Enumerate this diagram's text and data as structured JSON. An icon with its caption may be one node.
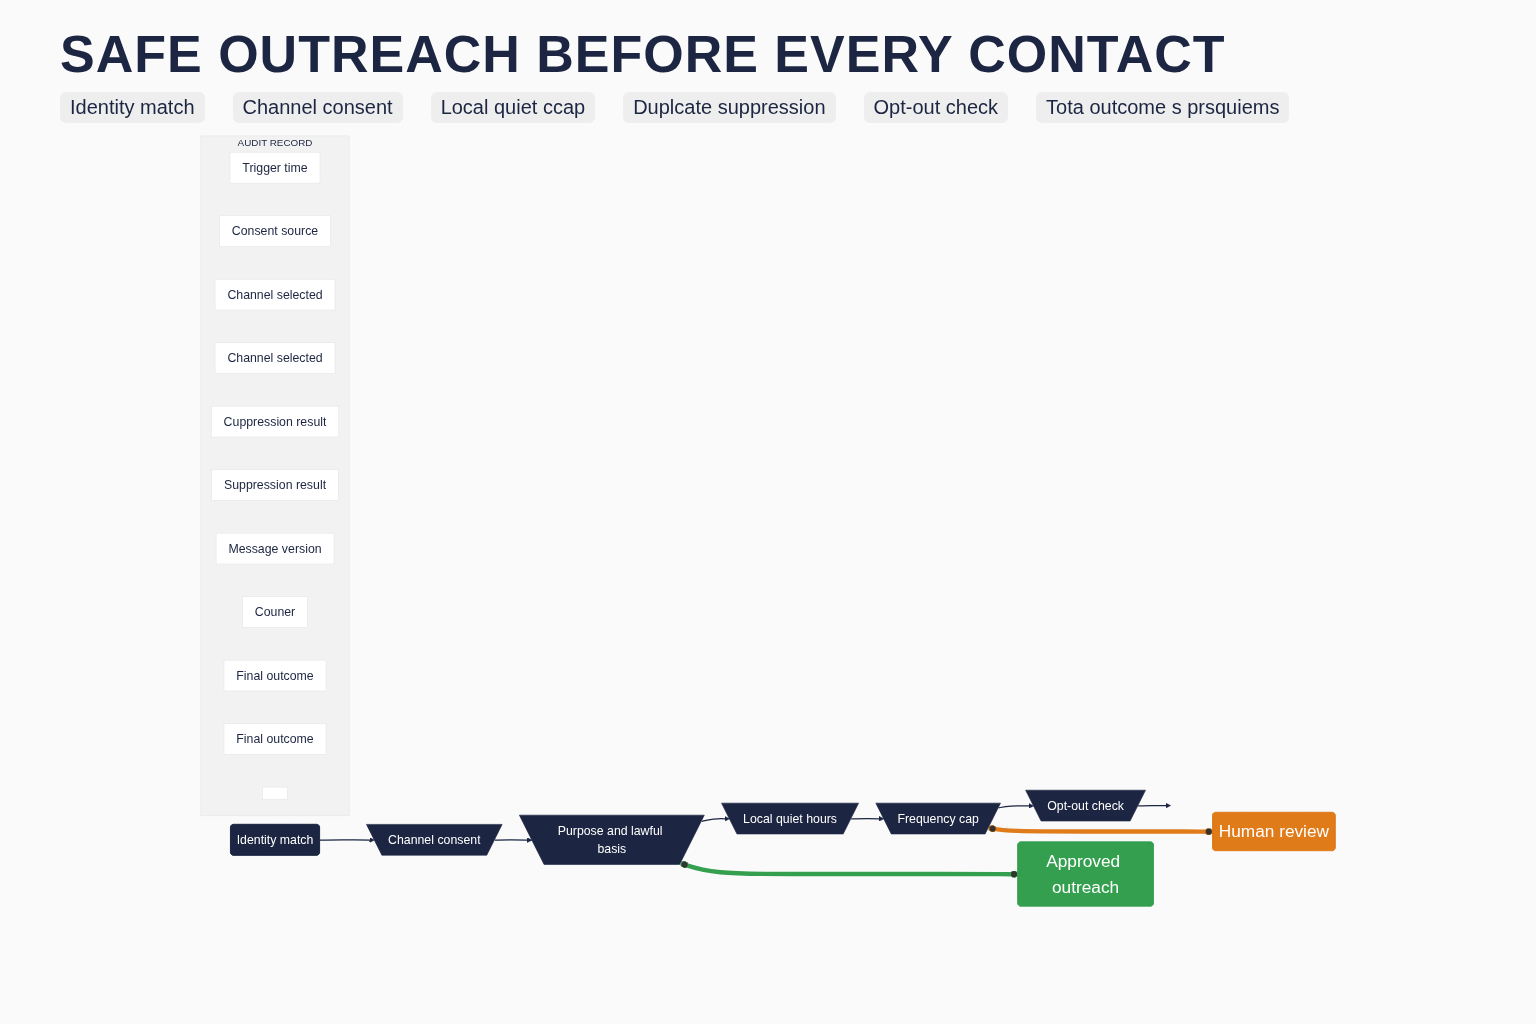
{
  "diagram": {
    "title": "SAFE OUTREACH BEFORE EVERY CONTACT",
    "nodes": [
      {
        "text": [
          "Identity match"
        ]
      },
      {
        "text": [
          "Channel consent"
        ]
      },
      {
        "text": [
          "Purpose and lawful basis"
        ]
      },
      {
        "text": [
          "Local quiet hours"
        ]
      },
      {
        "text": [
          "Frequency cap"
        ]
      },
      {
        "text": [
          "Opt-out check"
        ]
      },
      {
        "text": [
          "Approved outreach"
        ]
      },
      {
        "text": [
          "Human review"
        ]
      },
      {
        "text": [
          "AUDIT RECORD"
        ]
      },
      {
        "text": [
          "Trigger time"
        ],
        "in": 8
      },
      {
        "text": [
          "Consent source"
        ],
        "in": 8
      },
      {
        "text": [
          "Channel selected"
        ],
        "in": 8
      },
      {
        "text": [
          "Channel  selected"
        ],
        "in": 8
      },
      {
        "text": [
          "Cuppression result"
        ],
        "in": 8
      },
      {
        "text": [
          "Suppression result"
        ],
        "in": 8
      },
      {
        "text": [
          "Message version"
        ],
        "in": 8
      },
      {
        "text": [
          "Couner"
        ],
        "in": 8
      },
      {
        "text": [
          "Final outcome"
        ],
        "in": 8
      },
      {
        "text": [
          "Final outcome"
        ],
        "in": 8
      },
      {
        "text": [],
        "shape": "box",
        "in": 8
      }
    ],
    "edges": [
      {
        "from": 0,
        "to": 1,
        "arrow": "to"
      },
      {
        "from": 1,
        "to": 2,
        "arrow": "to"
      },
      {
        "from": 2,
        "to": 3,
        "arrow": "to"
      },
      {
        "from": 3,
        "to": 4,
        "arrow": "to"
      },
      {
        "from": 4,
        "to": 5,
        "arrow": "to"
      },
      {
        "from": 5,
        "to": null,
        "arrow": "to"
      },
      {
        "from": 2,
        "to": 6,
        "arrow": "other",
        "style": "thick",
        "color": "#34a04f"
      },
      {
        "from": 4,
        "to": 7,
        "arrow": "other",
        "style": "thick",
        "color": "#e07b1a"
      }
    ],
    "labels": [
      "Identity match",
      "Channel consent",
      "Local quiet ccap",
      "Duplcate suppression",
      "Opt-out check",
      "Tota outcome s prsquiems"
    ]
  }
}
